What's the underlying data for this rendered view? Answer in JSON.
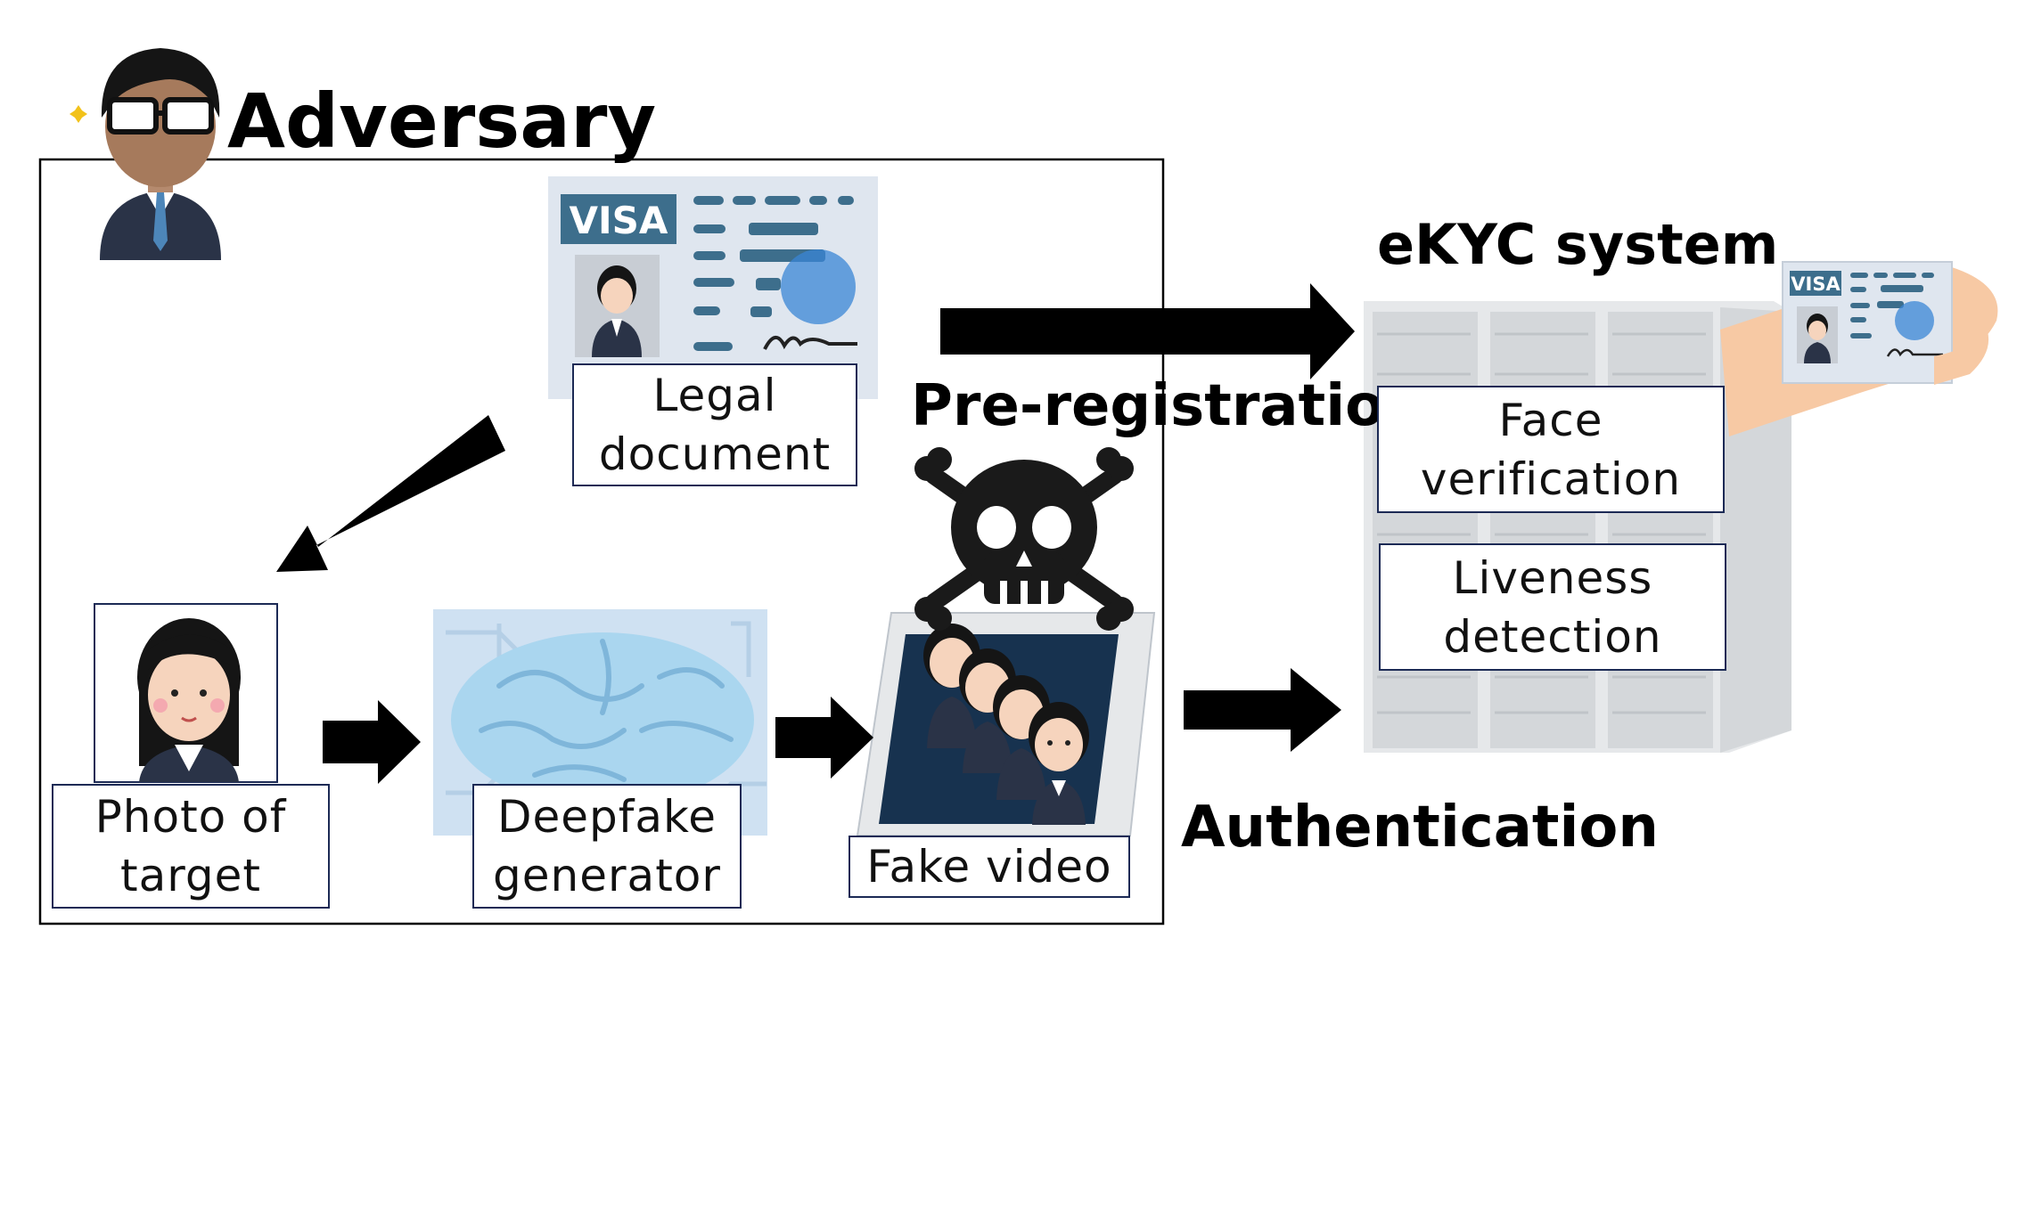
{
  "title": "Adversary",
  "system_title": "eKYC system",
  "flows": {
    "pre_registration": "Pre-registration",
    "authentication": "Authentication"
  },
  "id_card": {
    "brand": "VISA"
  },
  "components": {
    "legal_document": [
      "Legal",
      "document"
    ],
    "photo_of_target": [
      "Photo of",
      "target"
    ],
    "deepfake_generator": [
      "Deepfake",
      "generator"
    ],
    "fake_video": [
      "Fake video"
    ],
    "face_verification": [
      "Face",
      "verification"
    ],
    "liveness_detection": [
      "Liveness",
      "detection"
    ]
  },
  "colors": {
    "arrow": "#000000",
    "box_border": "#1c2a55",
    "card_bg": "#dfe6ef",
    "card_accent": "#3d6e8c",
    "card_stamp": "#3a86d6",
    "server": "#e6e8ea",
    "skin": "#f6d4bd",
    "suit": "#2a3347",
    "brain": "#aad6ef",
    "circuit_bg": "#cfe1f2",
    "screen": "#17324f"
  }
}
